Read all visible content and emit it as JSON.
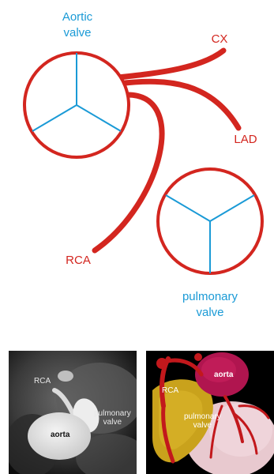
{
  "diagram": {
    "aortic_valve_label": [
      "Aortic",
      "valve"
    ],
    "cx_label": "CX",
    "lad_label": "LAD",
    "rca_label": "RCA",
    "pulmonary_valve_label": [
      "pulmonary",
      "valve"
    ],
    "colors": {
      "artery_red": "#d3261f",
      "valve_blue": "#1a9ad6"
    }
  },
  "ct_image": {
    "rca_label": "RCA",
    "aorta_label": "aorta",
    "pulmonary_label": [
      "pulmonary",
      "valve"
    ]
  },
  "render_3d": {
    "aorta_label": "aorta",
    "rca_label": "RCA",
    "pulmonary_label": [
      "pulmonary",
      "valve"
    ]
  }
}
